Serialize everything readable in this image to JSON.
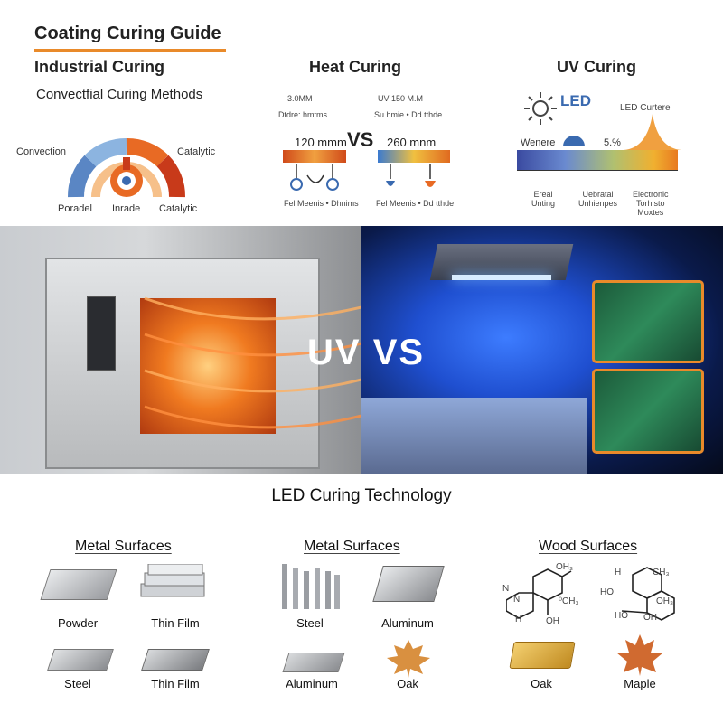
{
  "header": {
    "title": "Coating Curing Guide"
  },
  "sections": {
    "industrial": {
      "heading": "Industrial Curing",
      "subheading": "Convectfial Curing Methods",
      "labels": {
        "convection": "Convection",
        "catalytic_right": "Catalytic",
        "poradel": "Poradel",
        "inrade": "Inrade",
        "catalytic_bottom": "Catalytic"
      }
    },
    "heat": {
      "heading": "Heat Curing",
      "vs": "VS",
      "left": {
        "top": "3.0MM",
        "sub": "Dtdre: hmtms",
        "value": "120 mmm",
        "caption": "Fel Meenis  •  Dhnims"
      },
      "right": {
        "top": "UV 150 M.M",
        "sub": "Su hmie  •  Dd tthde",
        "value": "260 mnm",
        "caption": "Fel Meenis  •  Dd tthde"
      }
    },
    "uv": {
      "heading": "UV Curing",
      "led": "LED",
      "led_curve": "LED Curtere",
      "wenere": "Wenere",
      "pct": "5.%",
      "axis": [
        "Ereal\nUnting",
        "Uebratal\nUnhienpes",
        "Electronic\nTorhisto\nMoxtes"
      ]
    }
  },
  "hero": {
    "left_word": "UV",
    "vs_word": "VS"
  },
  "lower": {
    "title": "LED Curing Technology",
    "categories": [
      {
        "heading": "Metal Surfaces",
        "items": [
          "Powder",
          "Thin Film",
          "Steel",
          "Thin Film"
        ]
      },
      {
        "heading": "Metal Surfaces",
        "items": [
          "Steel",
          "Aluminum",
          "Aluminum",
          "Oak"
        ]
      },
      {
        "heading": "Wood Surfaces",
        "items": [
          "Oak",
          "Maple"
        ]
      }
    ],
    "chem_labels": {
      "left": [
        "OH₃",
        "N",
        "N",
        "H",
        "OH",
        "⁰CH₃"
      ],
      "right": [
        "H",
        "CH₃",
        "HO",
        "OH₃",
        "HO",
        "OH"
      ]
    }
  },
  "colors": {
    "accent": "#e98a2a",
    "uv_blue": "#1f4fd0"
  }
}
